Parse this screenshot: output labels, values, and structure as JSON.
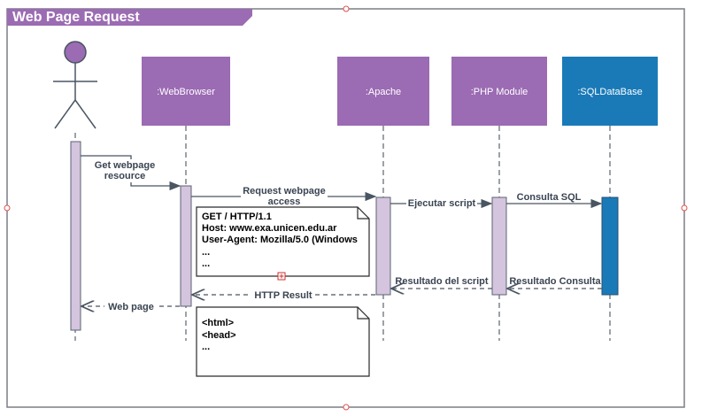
{
  "frame": {
    "title": "Web Page Request"
  },
  "participants": [
    {
      "id": "actor",
      "label": ""
    },
    {
      "id": "browser",
      "label": ":WebBrowser"
    },
    {
      "id": "apache",
      "label": ":Apache"
    },
    {
      "id": "php",
      "label": ":PHP Module"
    },
    {
      "id": "sql",
      "label": ":SQLDataBase"
    }
  ],
  "messages": {
    "get_resource": [
      "Get webpage",
      "resource"
    ],
    "request_access": [
      "Request webpage",
      "access"
    ],
    "ejecutar": "Ejecutar script",
    "consulta": "Consulta SQL",
    "resultado_consulta": "Resultado Consulta",
    "resultado_script": "Resultado del script",
    "http_result": "HTTP Result",
    "web_page": "Web page"
  },
  "notes": {
    "request": [
      "GET / HTTP/1.1",
      "Host: www.exa.unicen.edu.ar",
      "User-Agent: Mozilla/5.0 (Windows",
      "...",
      "..."
    ],
    "response": [
      "<html>",
      "<head>",
      "..."
    ]
  },
  "colors": {
    "purple": "#9b6bb3",
    "purple_light": "#d4c4de",
    "blue": "#1a7ab8",
    "line": "#5a6470"
  }
}
